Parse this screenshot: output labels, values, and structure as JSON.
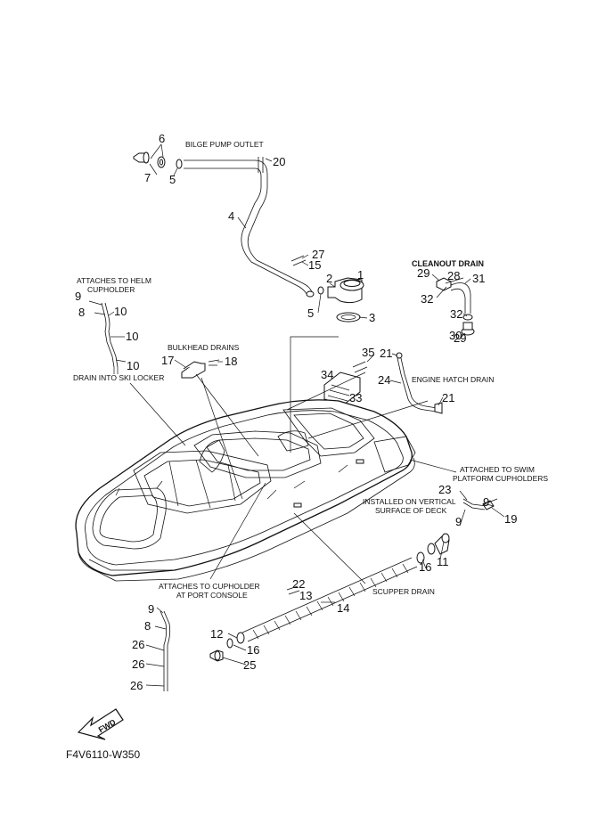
{
  "captions": {
    "bilge_pump_outlet": "BILGE PUMP OUTLET",
    "cleanout_drain": "CLEANOUT DRAIN",
    "attaches_helm_1": "ATTACHES TO HELM",
    "attaches_helm_2": "CUPHOLDER",
    "bulkhead_drains": "BULKHEAD DRAINS",
    "drain_ski_locker": "DRAIN INTO SKI LOCKER",
    "engine_hatch_drain": "ENGINE HATCH DRAIN",
    "swim_platform_1": "ATTACHED TO SWIM",
    "swim_platform_2": "PLATFORM CUPHOLDERS",
    "vertical_1": "INSTALLED ON VERTICAL",
    "vertical_2": "SURFACE OF DECK",
    "port_console_1": "ATTACHES TO CUPHOLDER",
    "port_console_2": "AT PORT CONSOLE",
    "scupper_drain": "SCUPPER DRAIN"
  },
  "fwd_label": "FWD",
  "diagram_code": "F4V6110-W350",
  "parts": [
    {
      "id": "p6a",
      "num": "6"
    },
    {
      "id": "p7",
      "num": "7"
    },
    {
      "id": "p5a",
      "num": "5"
    },
    {
      "id": "p20",
      "num": "20"
    },
    {
      "id": "p4",
      "num": "4"
    },
    {
      "id": "p27",
      "num": "27"
    },
    {
      "id": "p15",
      "num": "15"
    },
    {
      "id": "p1",
      "num": "1"
    },
    {
      "id": "p2",
      "num": "2"
    },
    {
      "id": "p5b",
      "num": "5"
    },
    {
      "id": "p3",
      "num": "3"
    },
    {
      "id": "p29a",
      "num": "29"
    },
    {
      "id": "p28",
      "num": "28"
    },
    {
      "id": "p31",
      "num": "31"
    },
    {
      "id": "p32a",
      "num": "32"
    },
    {
      "id": "p32b",
      "num": "32"
    },
    {
      "id": "p30",
      "num": "30"
    },
    {
      "id": "p29b",
      "num": "29"
    },
    {
      "id": "p9a",
      "num": "9"
    },
    {
      "id": "p8a",
      "num": "8"
    },
    {
      "id": "p10a",
      "num": "10"
    },
    {
      "id": "p10b",
      "num": "10"
    },
    {
      "id": "p10c",
      "num": "10"
    },
    {
      "id": "p17",
      "num": "17"
    },
    {
      "id": "p18",
      "num": "18"
    },
    {
      "id": "p35",
      "num": "35"
    },
    {
      "id": "p21a",
      "num": "21"
    },
    {
      "id": "p34",
      "num": "34"
    },
    {
      "id": "p33",
      "num": "33"
    },
    {
      "id": "p24",
      "num": "24"
    },
    {
      "id": "p21b",
      "num": "21"
    },
    {
      "id": "p23",
      "num": "23"
    },
    {
      "id": "p9b",
      "num": "9"
    },
    {
      "id": "p9c",
      "num": "9"
    },
    {
      "id": "p19",
      "num": "19"
    },
    {
      "id": "p16a",
      "num": "16"
    },
    {
      "id": "p11",
      "num": "11"
    },
    {
      "id": "p22",
      "num": "22"
    },
    {
      "id": "p13",
      "num": "13"
    },
    {
      "id": "p14",
      "num": "14"
    },
    {
      "id": "p9d",
      "num": "9"
    },
    {
      "id": "p8b",
      "num": "8"
    },
    {
      "id": "p26a",
      "num": "26"
    },
    {
      "id": "p26b",
      "num": "26"
    },
    {
      "id": "p26c",
      "num": "26"
    },
    {
      "id": "p12",
      "num": "12"
    },
    {
      "id": "p16b",
      "num": "16"
    },
    {
      "id": "p25",
      "num": "25"
    }
  ]
}
